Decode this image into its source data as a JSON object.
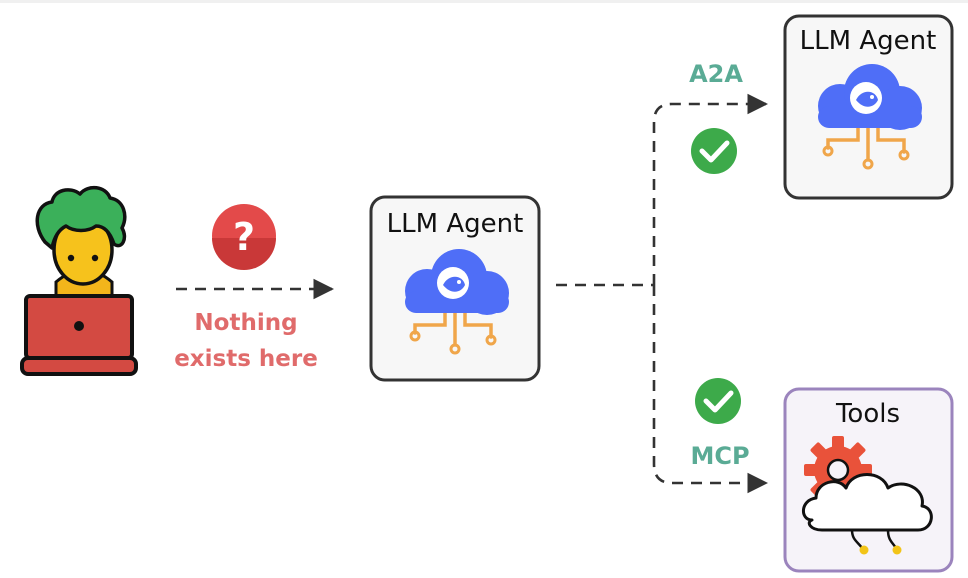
{
  "colors": {
    "dash": "#333333",
    "note": "#e06b6b",
    "edge_label": "#5aab95",
    "check": "#3daa4a",
    "question": "#e34a4a",
    "cloud": "#4f6ef7",
    "circuit": "#f0a64a",
    "agent_box_border": "#333333",
    "agent_box_fill": "#f7f7f7",
    "tools_box_border": "#9b84bd",
    "tools_box_fill": "#f6f3f9",
    "gear": "#e9523a"
  },
  "user": {
    "icon": "user-with-laptop-icon"
  },
  "left_edge": {
    "status_icon": "question-icon",
    "note_lines": [
      "Nothing",
      "exists here"
    ]
  },
  "center_agent": {
    "title": "LLM Agent",
    "icon": "cloud-ai-icon"
  },
  "top_edge": {
    "label": "A2A",
    "status_icon": "check-icon"
  },
  "bottom_edge": {
    "label": "MCP",
    "status_icon": "check-icon"
  },
  "top_agent": {
    "title": "LLM Agent",
    "icon": "cloud-ai-icon"
  },
  "tools": {
    "title": "Tools",
    "icon": "gear-cloud-icon"
  }
}
